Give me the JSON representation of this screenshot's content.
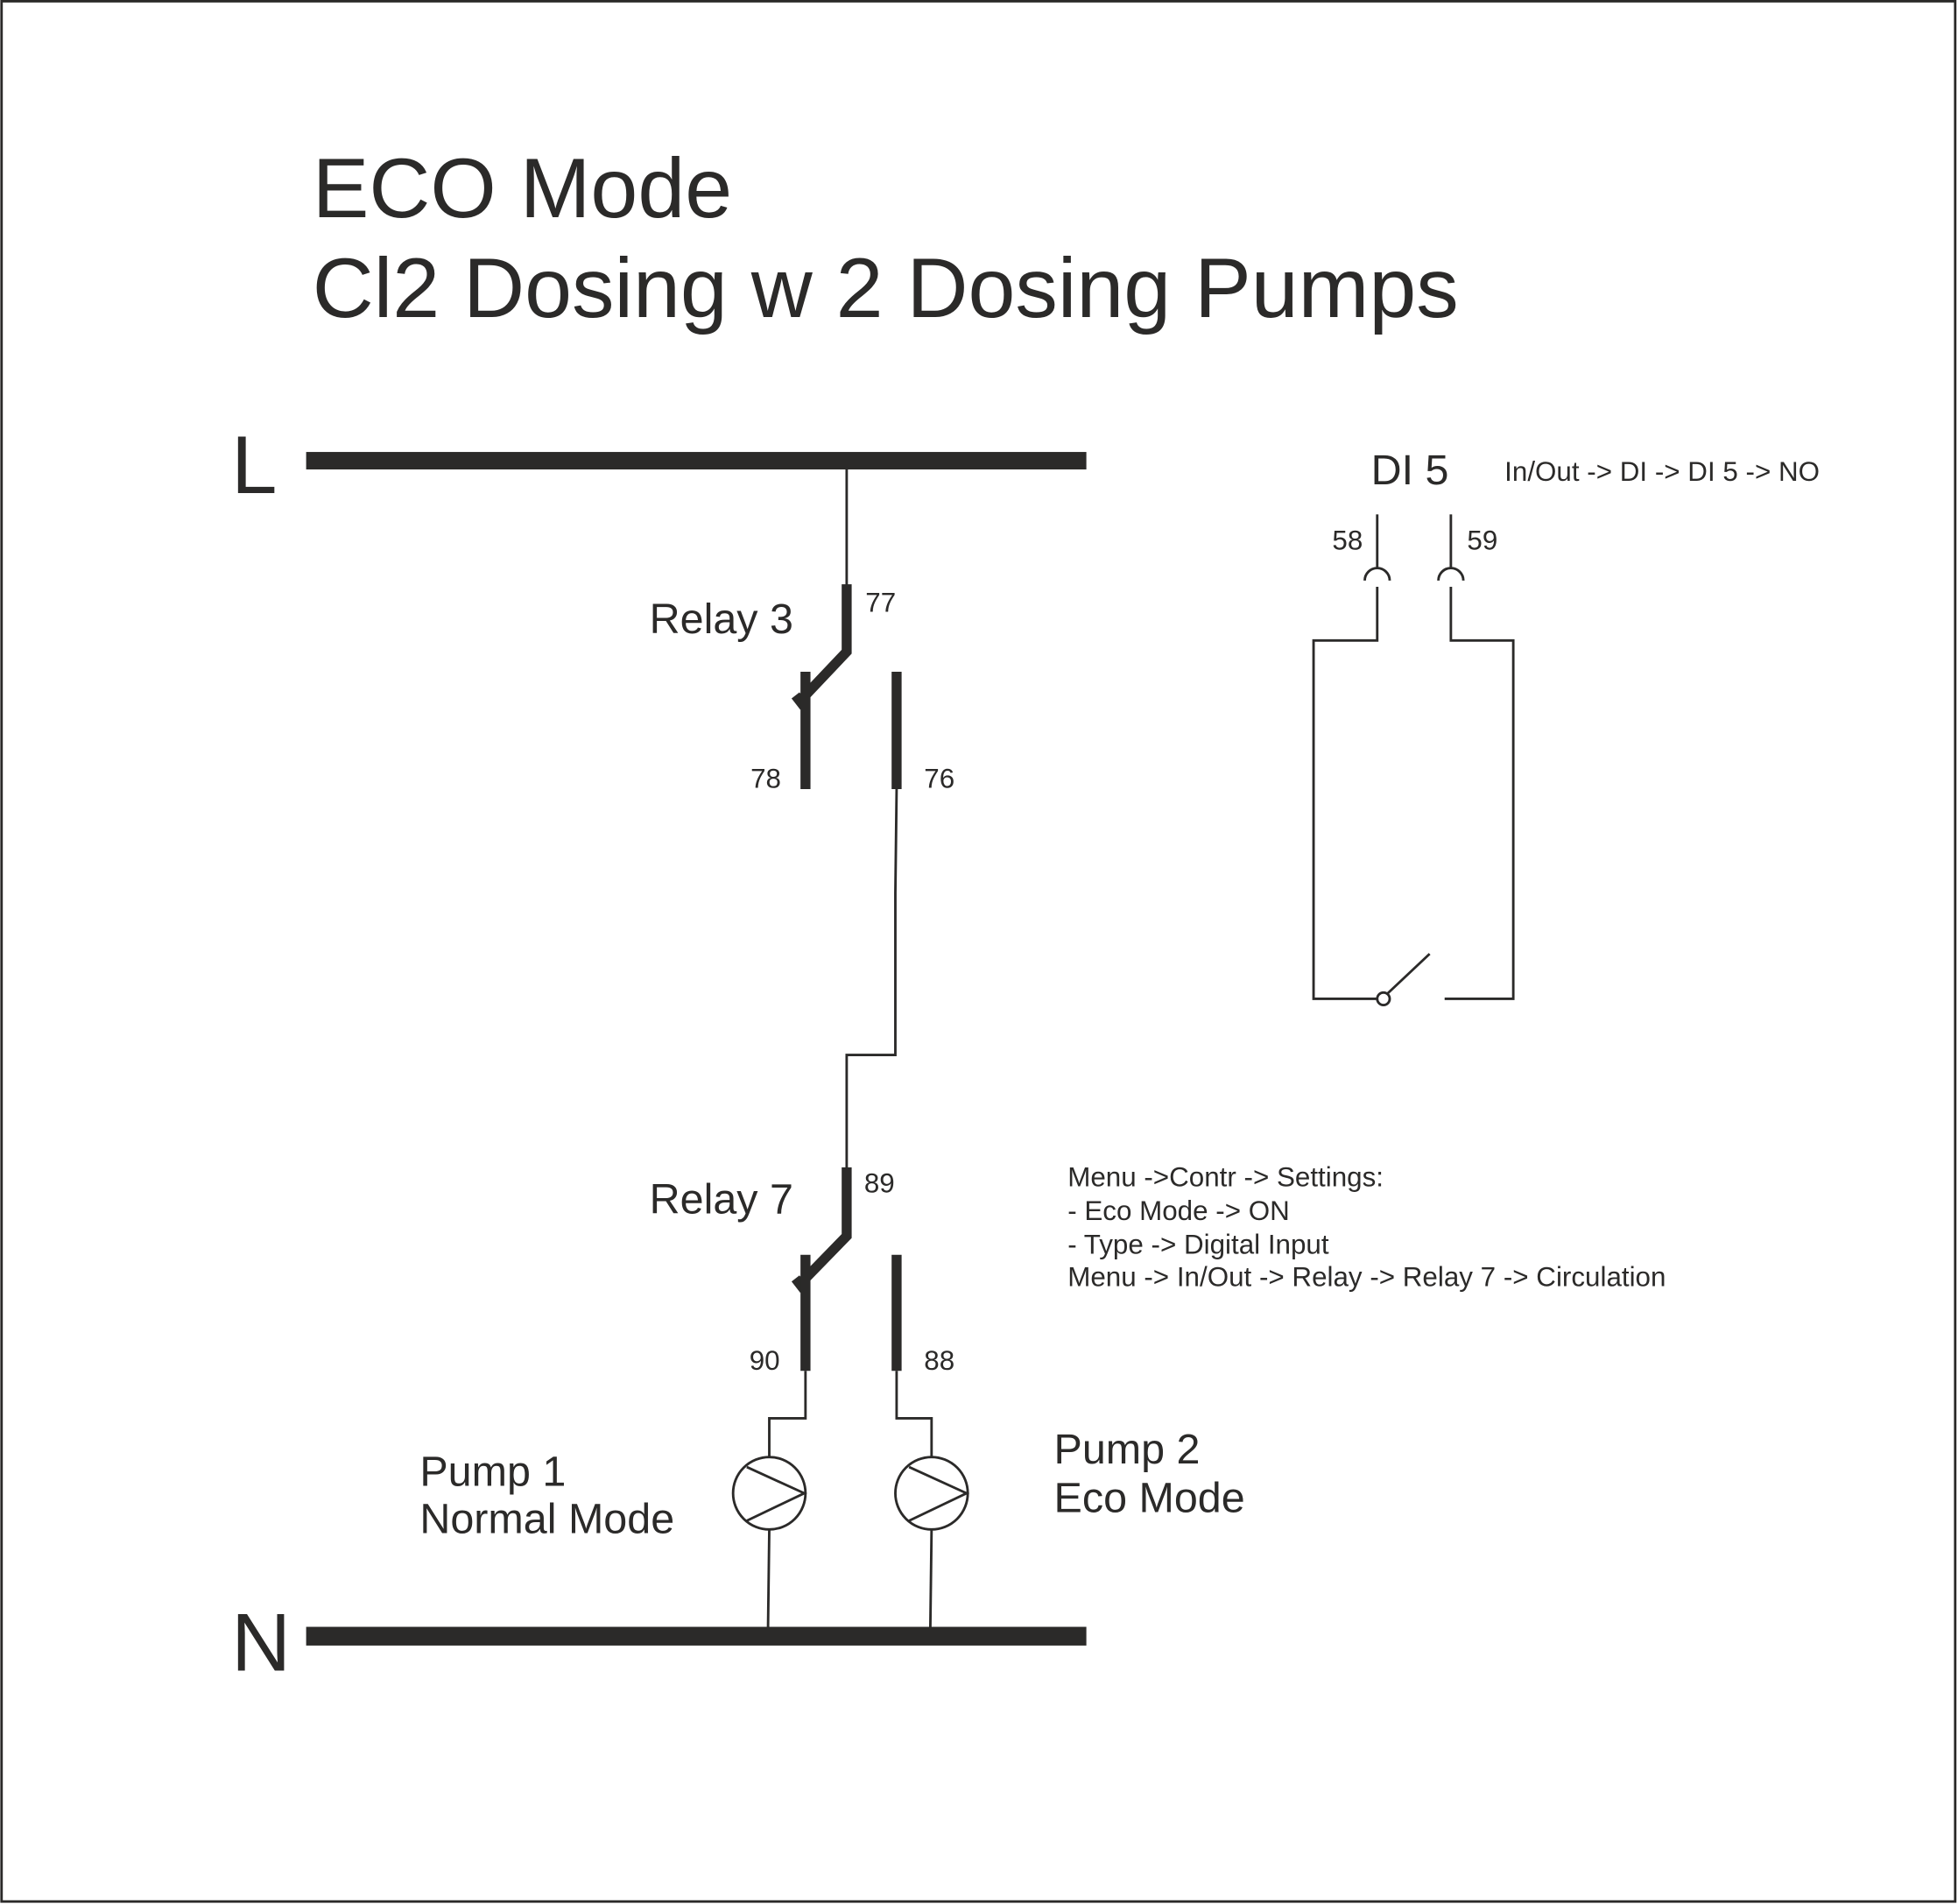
{
  "title": {
    "line1": "ECO Mode",
    "line2": "Cl2 Dosing w 2 Dosing Pumps"
  },
  "rails": {
    "live": "L",
    "neutral": "N"
  },
  "relay3": {
    "label": "Relay 3",
    "common": "77",
    "nc": "78",
    "no": "76"
  },
  "relay7": {
    "label": "Relay 7",
    "common": "89",
    "nc": "90",
    "no": "88"
  },
  "pump1": {
    "line1": "Pump 1",
    "line2": "Normal Mode"
  },
  "pump2": {
    "line1": "Pump 2",
    "line2": "Eco Mode"
  },
  "di5": {
    "label": "DI 5",
    "setting": "In/Out -> DI -> DI 5 -> NO",
    "terminal_a": "58",
    "terminal_b": "59"
  },
  "notes": [
    "Menu ->Contr -> Settings:",
    "- Eco Mode -> ON",
    "- Type -> Digital Input",
    "Menu -> In/Out -> Relay -> Relay 7 -> Circulation"
  ],
  "colors": {
    "ink": "#2b2a29",
    "background": "#ffffff"
  }
}
